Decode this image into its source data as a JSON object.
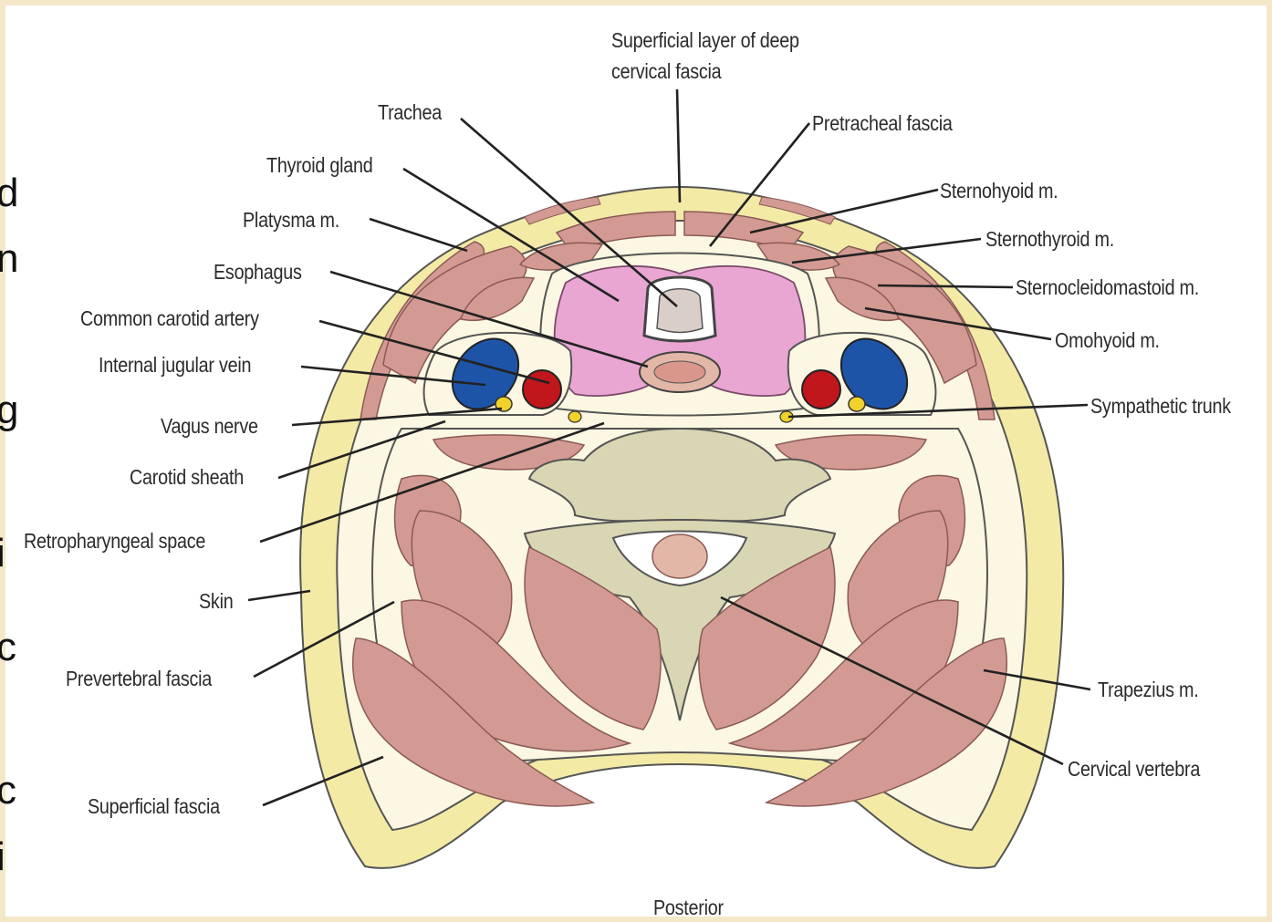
{
  "diagram": {
    "labels": {
      "superficial_layer": [
        "Superficial layer of deep",
        "cervical fascia"
      ],
      "trachea": "Trachea",
      "pretracheal": "Pretracheal fascia",
      "thyroid": "Thyroid gland",
      "sternohyoid": "Sternohyoid m.",
      "platysma": "Platysma m.",
      "sternothyroid": "Sternothyroid m.",
      "esophagus": "Esophagus",
      "sternocleidomastoid": "Sternocleidomastoid m.",
      "common_carotid": "Common carotid artery",
      "omohyoid": "Omohyoid m.",
      "internal_jugular": "Internal jugular vein",
      "sympathetic": "Sympathetic trunk",
      "vagus": "Vagus nerve",
      "carotid_sheath": "Carotid sheath",
      "retropharyngeal": "Retropharyngeal space",
      "skin": "Skin",
      "prevertebral": "Prevertebral fascia",
      "trapezius": "Trapezius m.",
      "cervical_vertebra": "Cervical vertebra",
      "superficial_fascia": "Superficial fascia",
      "posterior": "Posterior"
    },
    "edge_glyphs": [
      "d",
      "n",
      "g",
      "i",
      "c",
      "c",
      "i"
    ],
    "colors": {
      "background": "#f5e8c8",
      "skin": "#f3eaa6",
      "muscle": "#d39a93",
      "muscle_stroke": "#8a5a55",
      "thyroid": "#e9a6d2",
      "vein": "#1e54a8",
      "artery": "#c0161c",
      "nerve": "#f0d22a",
      "bone": "#d9d6b4",
      "fascia": "#fbf7e2"
    }
  }
}
